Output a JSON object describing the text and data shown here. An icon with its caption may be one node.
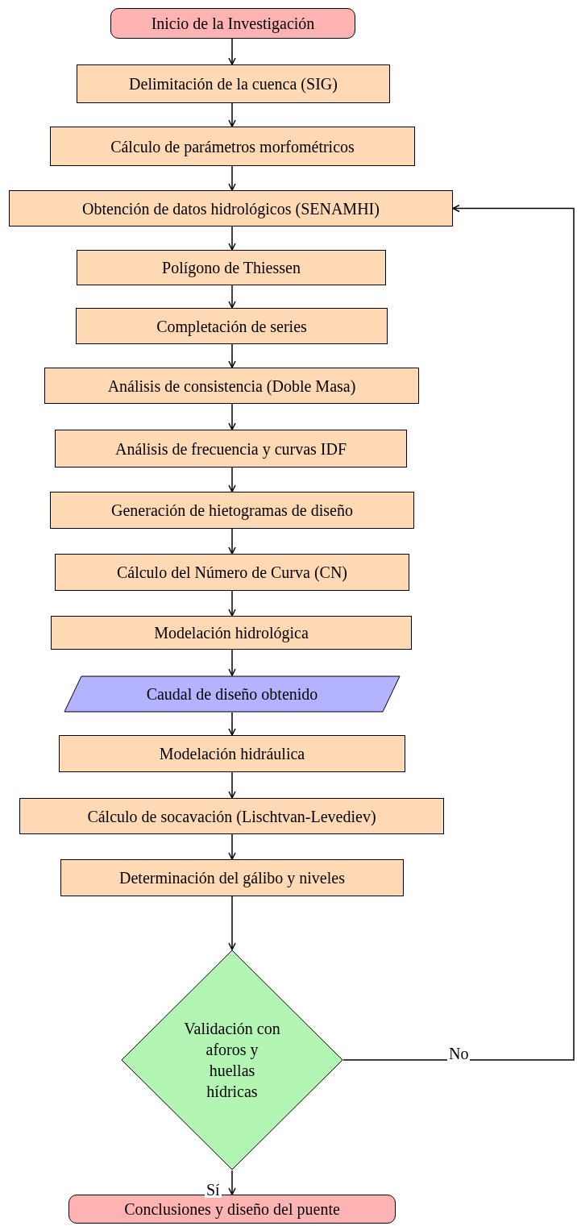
{
  "diagram": {
    "nodes": [
      {
        "text": [
          "Inicio de la Investigación"
        ]
      },
      {
        "text": [
          "Delimitación de la cuenca (SIG)"
        ]
      },
      {
        "text": [
          "Cálculo de parámetros morfométricos"
        ]
      },
      {
        "text": [
          "Obtención de datos hidrológicos (SENAMHI)"
        ]
      },
      {
        "text": [
          "Polígono de Thiessen"
        ]
      },
      {
        "text": [
          "Completación de series"
        ]
      },
      {
        "text": [
          "Análisis de consistencia (Doble Masa)"
        ]
      },
      {
        "text": [
          "Análisis de frecuencia y curvas IDF"
        ]
      },
      {
        "text": [
          "Generación de hietogramas de diseño"
        ]
      },
      {
        "text": [
          "Cálculo del Número de Curva (CN)"
        ]
      },
      {
        "text": [
          "Modelación hidrológica"
        ]
      },
      {
        "text": [
          "Caudal de diseño obtenido"
        ]
      },
      {
        "text": [
          "Modelación hidráulica"
        ]
      },
      {
        "text": [
          "Cálculo de socavación (Lischtvan-Levediev)"
        ]
      },
      {
        "text": [
          "Determinación del gálibo y niveles"
        ]
      },
      {
        "text": [
          "Validación con aforos y huellas hídricas"
        ]
      },
      {
        "text": [
          "Conclusiones y diseño del puente"
        ]
      }
    ],
    "edges": [
      {
        "from": 0,
        "to": 1,
        "arrow": "to"
      },
      {
        "from": 1,
        "to": 2,
        "arrow": "to"
      },
      {
        "from": 2,
        "to": 3,
        "arrow": "to"
      },
      {
        "from": 3,
        "to": 4,
        "arrow": "to"
      },
      {
        "from": 4,
        "to": 5,
        "arrow": "to"
      },
      {
        "from": 5,
        "to": 6,
        "arrow": "to"
      },
      {
        "from": 6,
        "to": 7,
        "arrow": "to"
      },
      {
        "from": 7,
        "to": 8,
        "arrow": "to"
      },
      {
        "from": 8,
        "to": 9,
        "arrow": "to"
      },
      {
        "from": 9,
        "to": 10,
        "arrow": "to"
      },
      {
        "from": 10,
        "to": 11,
        "arrow": "to"
      },
      {
        "from": 11,
        "to": 12,
        "arrow": "to"
      },
      {
        "from": 12,
        "to": 13,
        "arrow": "to"
      },
      {
        "from": 13,
        "to": 14,
        "arrow": "to"
      },
      {
        "from": 14,
        "to": 15,
        "arrow": "to"
      },
      {
        "from": 15,
        "to": 16,
        "arrow": "to",
        "label": "Sí"
      },
      {
        "from": 15,
        "to": 3,
        "arrow": "to",
        "label": "No"
      }
    ]
  }
}
